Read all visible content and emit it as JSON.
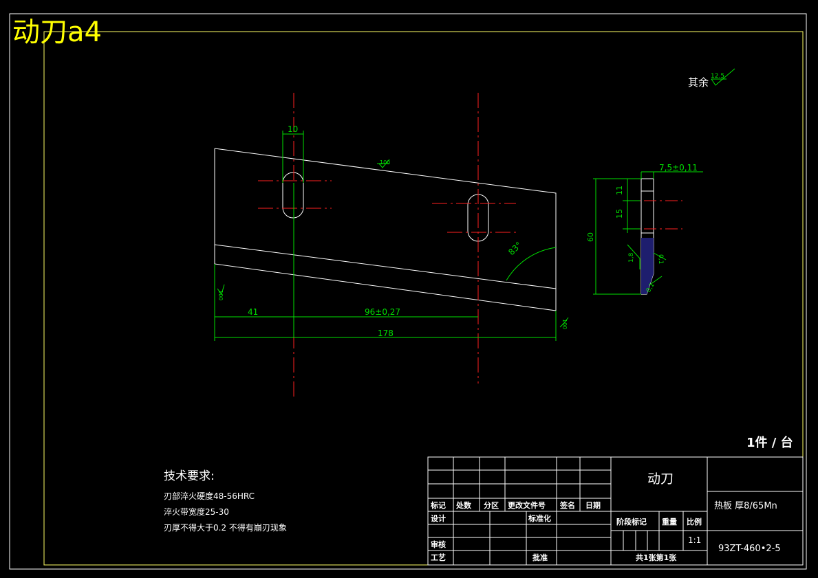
{
  "title": "动刀a4",
  "roughness": {
    "label": "其余",
    "value": "12.5"
  },
  "part_qty": "1件 / 台",
  "dims": {
    "slot_width": "10",
    "surface_finish_top": "100",
    "angle": "83°",
    "left_offset": "41",
    "hole_spacing": "96±0,27",
    "overall_length": "178",
    "left_edge_finish": "100",
    "right_edge_finish": "100",
    "thickness": "7,5±0,11",
    "dim_11": "11",
    "dim_15": "15",
    "height": "60",
    "chamfer_a": "1,8",
    "chamfer_b": "0,1",
    "chamfer_c": "0,1"
  },
  "tech": {
    "heading": "技术要求:",
    "lines": [
      "刃部淬火硬度48-56HRC",
      "淬火带宽度25-30",
      "刃厚不得大于0.2 不得有崩刃现象"
    ]
  },
  "titleblock": {
    "part_name": "动刀",
    "material": "热板 厚8/65Mn",
    "drawing_no": "93ZT-460•2-5",
    "scale": "1:1",
    "sheets": "共1张第1张",
    "headers": [
      "标记",
      "处数",
      "分区",
      "更改文件号",
      "签名",
      "日期"
    ],
    "design": "设计",
    "standardize": "标准化",
    "review": "审核",
    "process": "工艺",
    "approve": "批准",
    "stage": "阶段标记",
    "weight": "重量",
    "ratio": "比例"
  }
}
